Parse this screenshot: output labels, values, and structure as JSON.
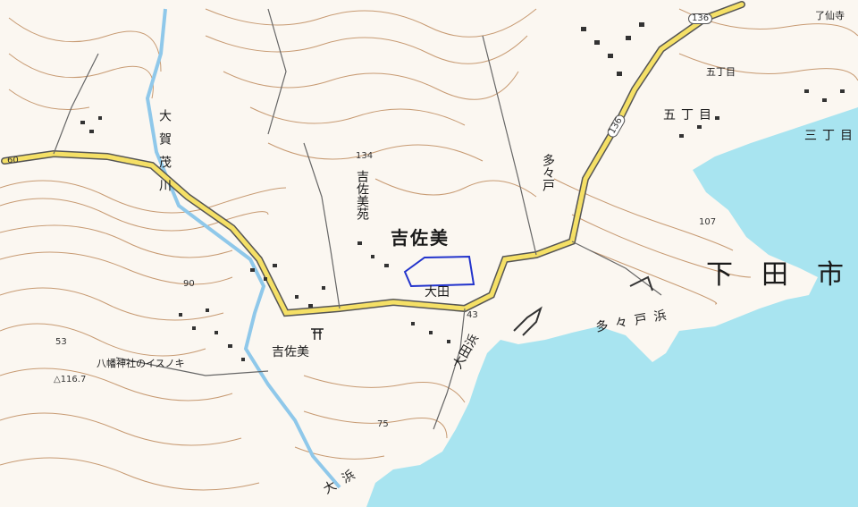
{
  "map": {
    "colors": {
      "land": "#fbf7f1",
      "sea": "#a8e4f0",
      "contour": "#c79a72",
      "road_main": "#f5e066",
      "river": "#8fc8ea",
      "boundary": "#2233cc"
    },
    "labels": {
      "shimoda_city": "下田市",
      "yoshisami": "吉佐美",
      "yoshisami_south": "吉佐美",
      "yoshisami_en": "吉佐美苑",
      "oota": "大田",
      "oota_hama": "大田浜",
      "tatado": "多々戸",
      "tatado_hama": "多々戸浜",
      "ogamo_river": "大賀茂川",
      "ohama": "大浜",
      "gochome_top": "五丁目",
      "gochome": "五丁目",
      "sanchome": "三丁目",
      "ryosenji": "了仙寺",
      "hachiman_tree": "八幡神社のイスノキ"
    },
    "elevations": {
      "e134": "134",
      "e107": "107",
      "e90": "90",
      "e53": "53",
      "e116": "△116.7",
      "e75": "75",
      "e43": "43",
      "e60": "60"
    },
    "routes": {
      "r136_top": "136",
      "r136_mid": "136"
    },
    "icons": {
      "shrine": "shrine-icon",
      "temple": "temple-icon",
      "school": "school-icon",
      "post": "post-office-icon"
    }
  }
}
